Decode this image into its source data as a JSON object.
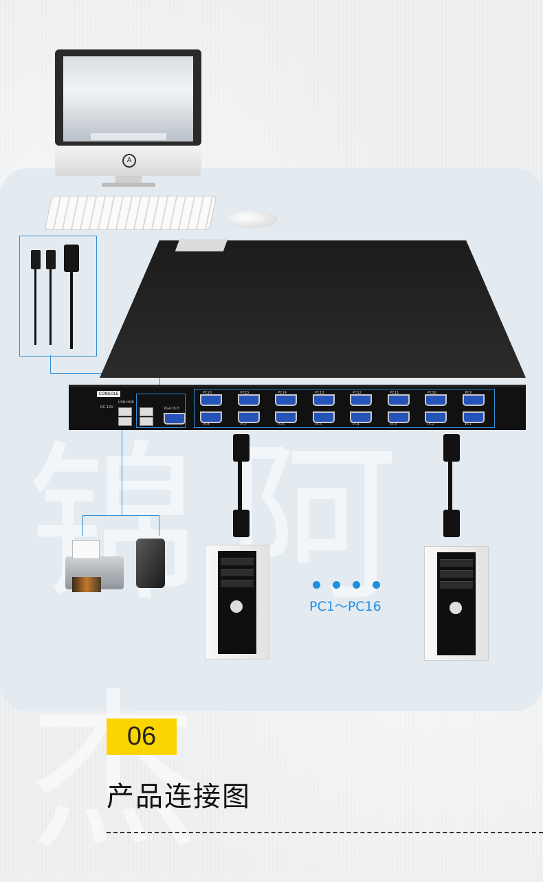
{
  "colors": {
    "accent": "#2f8ed8",
    "badge": "#fbd500",
    "badge_text": "#222222",
    "range_text": "#1e8ee0"
  },
  "kvm": {
    "console_label": "CONSOLE",
    "usb_hub_label": "USB HUB",
    "vga_out_label": "VGA OUT",
    "dc_label": "DC 12V",
    "top_row_ports": [
      "PC16",
      "PC15",
      "PC14",
      "PC13",
      "PC12",
      "PC11",
      "PC10",
      "PC9"
    ],
    "bottom_row_ports": [
      "PC8",
      "PC7",
      "PC6",
      "PC5",
      "PC4",
      "PC3",
      "PC2",
      "PC1"
    ]
  },
  "devices": {
    "monitor_icon": "monitor-icon",
    "keyboard_icon": "keyboard-icon",
    "mouse_icon": "mouse-icon",
    "printer_icon": "printer-icon",
    "hdd_icon": "external-drive-icon",
    "pc_icon": "desktop-tower-icon"
  },
  "pc_range": "PC1～PC16",
  "section": {
    "number": "06",
    "title": "产品连接图"
  }
}
